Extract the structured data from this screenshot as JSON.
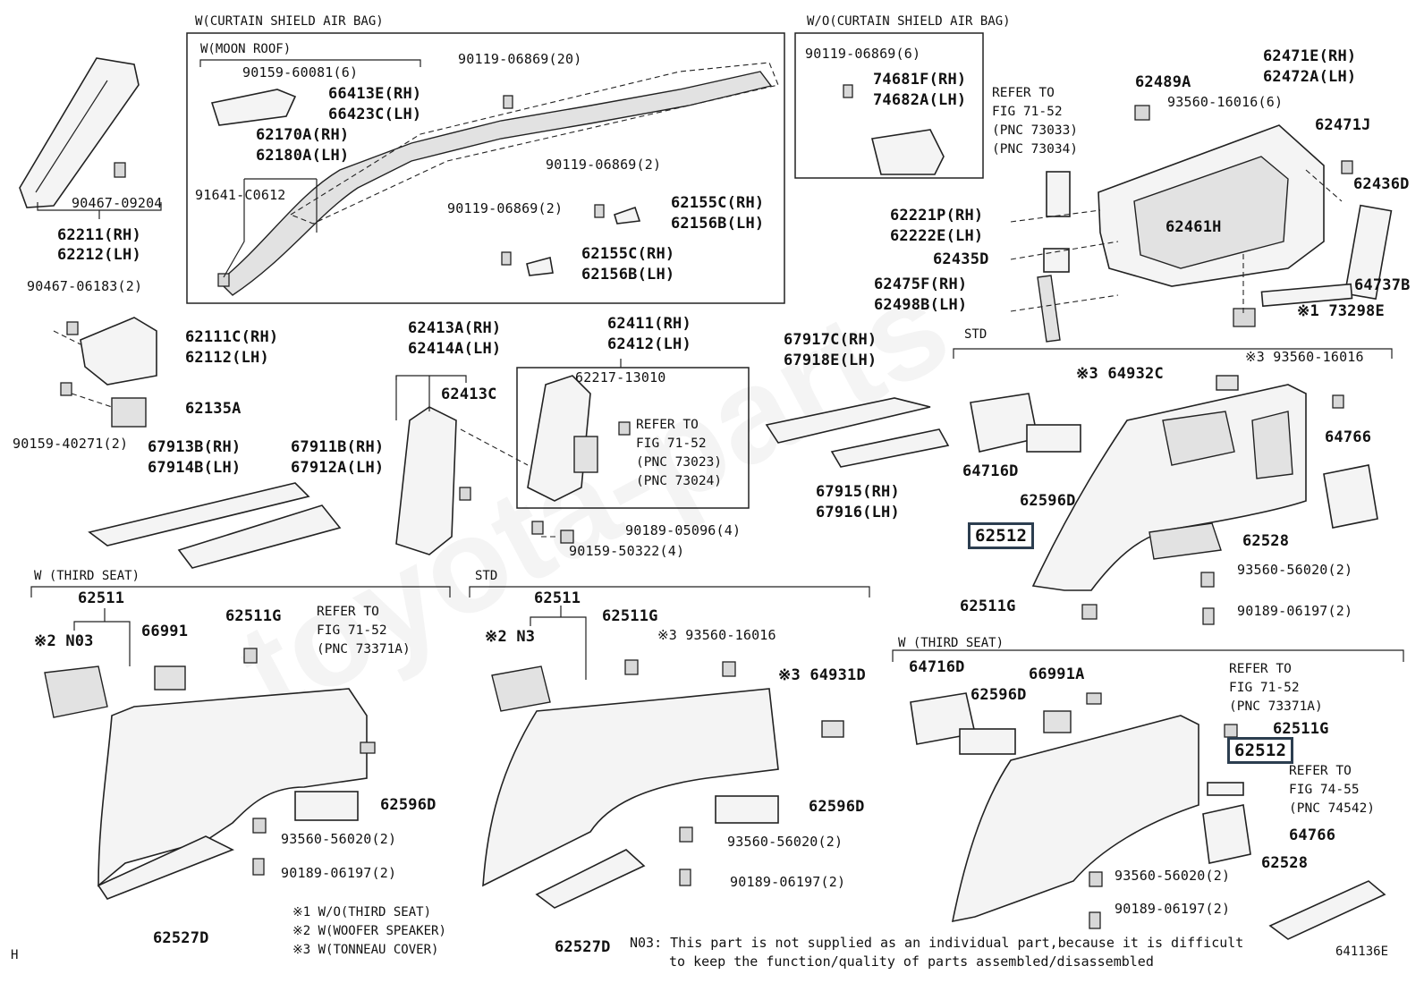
{
  "sections": {
    "w_curtain": "W(CURTAIN SHIELD AIR BAG)",
    "wo_curtain": "W/O(CURTAIN SHIELD AIR BAG)",
    "w_moon_roof": "W(MOON ROOF)",
    "std_top": "STD",
    "w_third_left": "W (THIRD SEAT)",
    "std_mid": "STD",
    "w_third_right": "W (THIRD SEAT)"
  },
  "labels": {
    "p90467_09204": "90467-09204",
    "p62211": "62211(RH)",
    "p62212": "62212(LH)",
    "p90159_60081": "90159-60081(6)",
    "p66413e": "66413E(RH)",
    "p66423c": "66423C(LH)",
    "p62170a": "62170A(RH)",
    "p62180a": "62180A(LH)",
    "p91641": "91641-C0612",
    "p90119_20": "90119-06869(20)",
    "p90119_2a": "90119-06869(2)",
    "p62155c_a": "62155C(RH)",
    "p62156b_a": "62156B(LH)",
    "p90119_2b": "90119-06869(2)",
    "p62155c_b": "62155C(RH)",
    "p62156b_b": "62156B(LH)",
    "p90119_6": "90119-06869(6)",
    "p74681f": "74681F(RH)",
    "p74682a": "74682A(LH)",
    "p62489a": "62489A",
    "p93560_16016_6": "93560-16016(6)",
    "p62471e": "62471E(RH)",
    "p62472a": "62472A(LH)",
    "p62471j": "62471J",
    "p62436d": "62436D",
    "p62461h": "62461H",
    "p62221p": "62221P(RH)",
    "p62222e": "62222E(LH)",
    "p62435d": "62435D",
    "p62475f": "62475F(RH)",
    "p62498b": "62498B(LH)",
    "p64737b": "64737B",
    "p73298e": "※1 73298E",
    "p90467_06183": "90467-06183(2)",
    "p62111c": "62111C(RH)",
    "p62112": "62112(LH)",
    "p62135a": "62135A",
    "p90159_40271": "90159-40271(2)",
    "p62413a": "62413A(RH)",
    "p62414a": "62414A(LH)",
    "p62413c": "62413C",
    "p62411": "62411(RH)",
    "p62412": "62412(LH)",
    "p62217": "62217-13010",
    "p67917c": "67917C(RH)",
    "p67918e": "67918E(LH)",
    "p67915": "67915(RH)",
    "p67916": "67916(LH)",
    "p67913b": "67913B(RH)",
    "p67914b": "67914B(LH)",
    "p67911b": "67911B(RH)",
    "p67912a": "67912A(LH)",
    "p90189_05096": "90189-05096(4)",
    "p90159_50322": "90159-50322(4)",
    "p64932c": "※3 64932C",
    "p93560_16016_r": "※3 93560-16016",
    "p64766_a": "64766",
    "p64716d_a": "64716D",
    "p62596d_a": "62596D",
    "p62512_a": "62512",
    "p62528_a": "62528",
    "p93560_56020_a": "93560-56020(2)",
    "p62511g_a": "62511G",
    "p90189_06197_a": "90189-06197(2)",
    "p62511_l": "62511",
    "p2n03_l": "※2 N03",
    "p66991": "66991",
    "p62511g_l": "62511G",
    "p62596d_l": "62596D",
    "p93560_56020_l": "93560-56020(2)",
    "p90189_06197_l": "90189-06197(2)",
    "p62527d_l": "62527D",
    "p62511_m": "62511",
    "p2n3_m": "※2 N3",
    "p62511g_m": "62511G",
    "p93560_16016_m": "※3 93560-16016",
    "p64931d": "※3 64931D",
    "p62596d_m": "62596D",
    "p93560_56020_m": "93560-56020(2)",
    "p90189_06197_m": "90189-06197(2)",
    "p62527d_m": "62527D",
    "p64716d_r": "64716D",
    "p62596d_r": "62596D",
    "p66991a": "66991A",
    "p62511g_r": "62511G",
    "p62512_r": "62512",
    "p64766_r": "64766",
    "p93560_56020_r": "93560-56020(2)",
    "p62528_r": "62528",
    "p90189_06197_r": "90189-06197(2)"
  },
  "references": {
    "ref_73033": "REFER TO\nFIG 71-52\n(PNC 73033)\n(PNC 73034)",
    "ref_73023": "REFER TO\nFIG 71-52\n(PNC 73023)\n(PNC 73024)",
    "ref_73371a_l": "REFER TO\nFIG 71-52\n(PNC 73371A)",
    "ref_73371a_r": "REFER TO\nFIG 71-52\n(PNC 73371A)",
    "ref_74542": "REFER TO\nFIG 74-55\n(PNC 74542)"
  },
  "footnotes": {
    "n1": "※1 W/O(THIRD SEAT)",
    "n2": "※2 W(WOOFER SPEAKER)",
    "n3": "※3 W(TONNEAU COVER)",
    "n03_line1": "N03: This part is not supplied as an individual part,because it is difficult",
    "n03_line2": "to keep the function/quality of parts assembled/disassembled",
    "fig_id": "641136E",
    "corner": "H"
  },
  "highlight_color": "#2c3e50"
}
